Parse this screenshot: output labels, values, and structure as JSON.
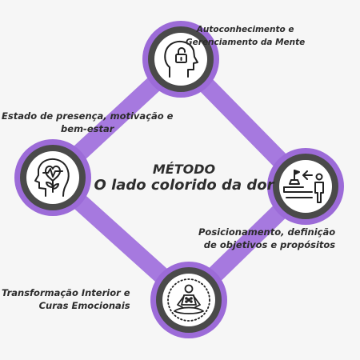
{
  "center": {
    "title": "MÉTODO",
    "subtitle": "O lado colorido da dor"
  },
  "nodes": {
    "top": {
      "lines": [
        "Autoconhecimento e",
        "Gerenciamento da Mente"
      ],
      "icon": "head-with-padlock-icon"
    },
    "left": {
      "lines": [
        "Estado de presença, motivação e",
        "bem-estar"
      ],
      "icon": "head-with-heartbeat-flower-icon"
    },
    "right": {
      "lines": [
        "Posicionamento, definição",
        "de objetivos e propósitos"
      ],
      "icon": "person-path-to-goal-flag-icon"
    },
    "bottom": {
      "lines": [
        "Transformação Interior e",
        "Curas Emocionais"
      ],
      "icon": "meditating-person-aura-icon"
    }
  },
  "colors": {
    "connector": "#a679df",
    "node_ring": "#9c6bd8",
    "node_dark": "#4a4a4a",
    "node_fill": "#ffffff",
    "text": "#2b2b2b"
  }
}
